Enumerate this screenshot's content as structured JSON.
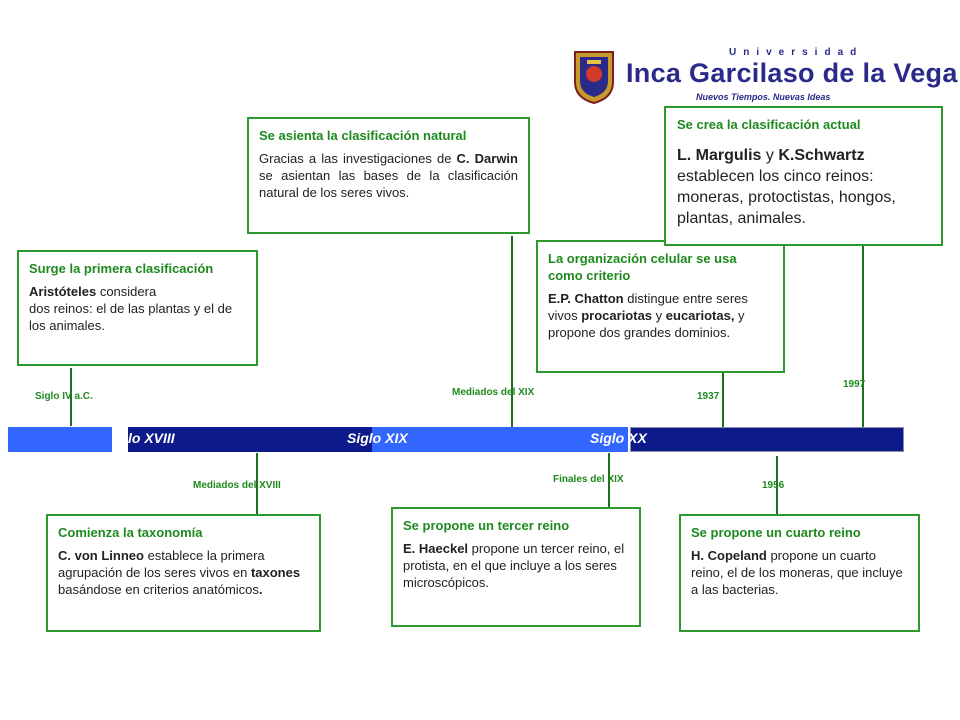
{
  "logo": {
    "small": "Universidad",
    "main": "Inca Garcilaso de la Vega",
    "sub": "Nuevos Tiempos. Nuevas Ideas"
  },
  "timeline": {
    "segments": [
      "lo XVIII",
      "Siglo XIX",
      "Siglo XX"
    ],
    "colors": {
      "dark": "#0d1a8a",
      "light": "#3366ff",
      "event_green": "#2e9a2e"
    }
  },
  "events": [
    {
      "date": "Siglo IV a.C.",
      "title": "Surge la primera clasificación",
      "body_parts": [
        {
          "b": "Aristóteles"
        },
        " considera",
        {
          "br": true
        },
        "dos reinos: el de las plantas y el de los animales."
      ]
    },
    {
      "date": "Mediados del XVIII",
      "title": "Comienza la taxonomía",
      "body_parts": [
        {
          "b": "C. von Linneo"
        },
        " establece la primera agrupación de los seres vivos en ",
        {
          "b": "taxones"
        },
        " basándose en criterios anatómicos",
        {
          "b": "."
        }
      ]
    },
    {
      "date": "Mediados del XIX",
      "title": "Se asienta la clasificación natural",
      "body_parts": [
        "Gracias a las  investigaciones de ",
        {
          "b": "C. Darwin"
        },
        " se asientan las bases de la clasificación natural de los seres vivos."
      ]
    },
    {
      "date": "Finales del XIX",
      "title": "Se propone un tercer reino",
      "body_parts": [
        {
          "b": "E. Haeckel"
        },
        " propone un tercer reino, el protista, en el que incluye a los seres microscópicos."
      ]
    },
    {
      "date": "1937",
      "title": "La organización celular se usa como criterio",
      "body_parts": [
        {
          "b": "E.P. Chatton"
        },
        " distingue entre seres vivos ",
        {
          "b": "procariotas"
        },
        " y ",
        {
          "b": "eucariotas,"
        },
        " y propone dos grandes dominios."
      ]
    },
    {
      "date": "1956",
      "title": "Se propone un cuarto reino",
      "body_parts": [
        {
          "b": "H. Copeland"
        },
        " propone un cuarto reino, el de los moneras, que incluye a las bacterias."
      ]
    },
    {
      "date": "1997",
      "title": "Se crea la clasificación actual",
      "body_parts": [
        {
          "b": "L. Margulis"
        },
        " y ",
        {
          "b": "K.Schwartz"
        },
        " establecen los cinco reinos: moneras, protoctistas, hongos, plantas, animales."
      ]
    }
  ]
}
